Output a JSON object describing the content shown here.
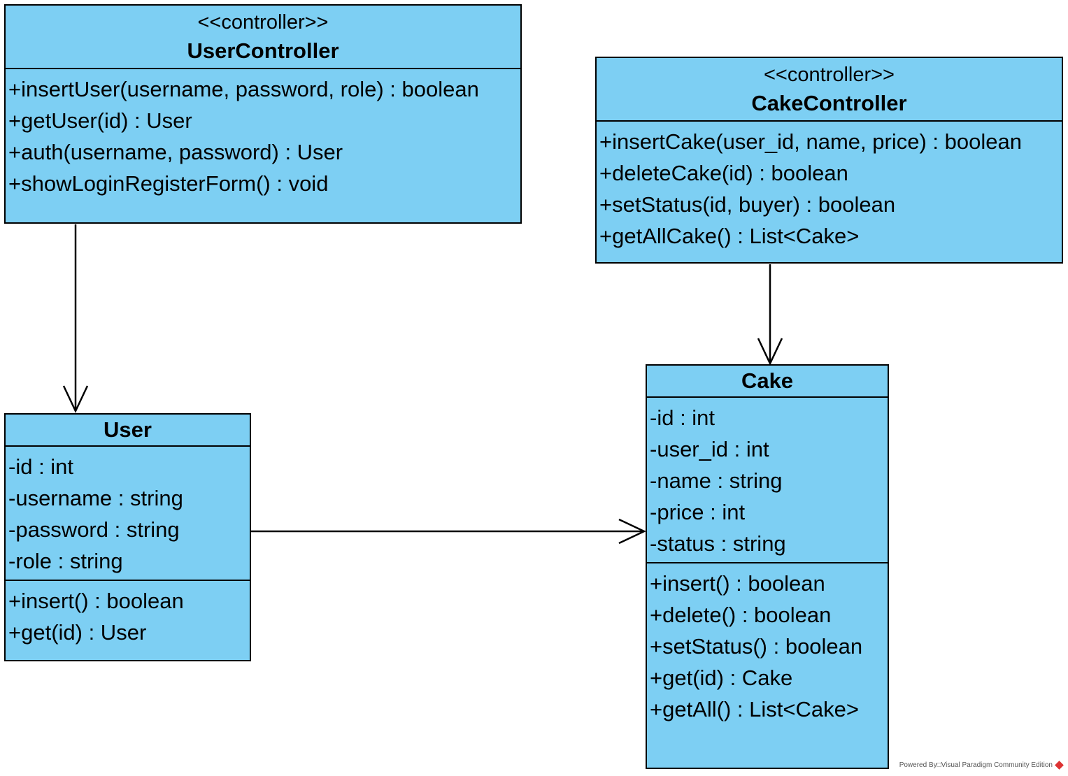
{
  "classes": {
    "user_controller": {
      "stereotype": "<<controller>>",
      "name": "UserController",
      "operations": [
        "+insertUser(username, password, role) : boolean",
        "+getUser(id) : User",
        "+auth(username, password) : User",
        "+showLoginRegisterForm() : void"
      ]
    },
    "cake_controller": {
      "stereotype": "<<controller>>",
      "name": "CakeController",
      "operations": [
        "+insertCake(user_id, name, price) : boolean",
        "+deleteCake(id) : boolean",
        "+setStatus(id, buyer) : boolean",
        "+getAllCake() : List<Cake>"
      ]
    },
    "user": {
      "name": "User",
      "attributes": [
        "-id : int",
        "-username : string",
        "-password : string",
        "-role : string"
      ],
      "operations": [
        "+insert() : boolean",
        "+get(id) : User"
      ]
    },
    "cake": {
      "name": "Cake",
      "attributes": [
        "-id : int",
        "-user_id : int",
        "-name : string",
        "-price : int",
        "-status : string"
      ],
      "operations": [
        "+insert() : boolean",
        "+delete() : boolean",
        "+setStatus() : boolean",
        "+get(id) : Cake",
        "+getAll() : List<Cake>"
      ]
    }
  },
  "associations": [
    {
      "from": "UserController",
      "to": "User",
      "arrow": "open"
    },
    {
      "from": "CakeController",
      "to": "Cake",
      "arrow": "open"
    },
    {
      "from": "User",
      "to": "Cake",
      "arrow": "open"
    }
  ],
  "colors": {
    "class_fill": "#7dcff3",
    "stroke": "#000000"
  },
  "footer": {
    "text": "Powered By□Visual Paradigm Community Edition",
    "icon": "visual-paradigm-logo-icon"
  }
}
